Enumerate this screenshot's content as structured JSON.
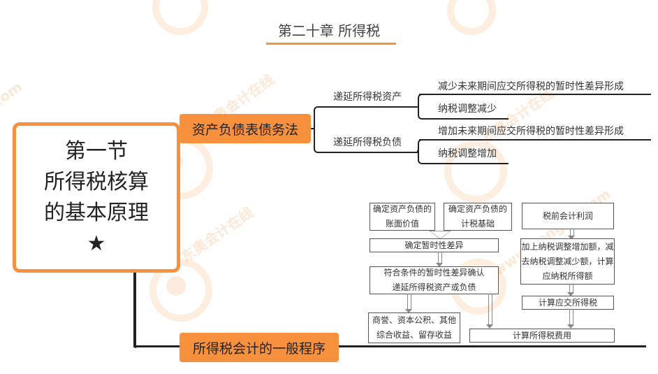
{
  "header": {
    "title": "第二十章 所得税"
  },
  "root": {
    "lines": [
      "第一节",
      "所得税核算",
      "的基本原理",
      "★"
    ]
  },
  "topics": [
    {
      "label": "资产负债表债务法",
      "children": [
        {
          "label": "递延所得税资产",
          "details": [
            "减少未来期间应交所得税的暂时性差异形成",
            "纳税调整减少"
          ]
        },
        {
          "label": "递延所得税负债",
          "details": [
            "增加未来期间应交所得税的暂时性差异形成",
            "纳税调整增加"
          ]
        }
      ]
    },
    {
      "label": "所得税会计的一般程序"
    }
  ],
  "flowchart": {
    "book_value": [
      "确定资产负债的",
      "账面价值"
    ],
    "tax_base": [
      "确定资产负债的",
      "计税基础"
    ],
    "temp_diff": "确定暂时性差异",
    "recognize": [
      "符合条件的暂时性差异确认",
      "递延所得税资产或负债"
    ],
    "equity": [
      "商誉、资本公积、其他",
      "综合收益、留存收益"
    ],
    "pretax_profit": "税前会计利润",
    "adjust": [
      "加上纳税调整增加额，减",
      "去纳税调整减少额，计算",
      "应纳税所得额"
    ],
    "tax_payable": "计算应交所得税",
    "tax_expense": "计算所得税费用"
  },
  "colors": {
    "accent": "#f7913d",
    "line": "#222222"
  }
}
